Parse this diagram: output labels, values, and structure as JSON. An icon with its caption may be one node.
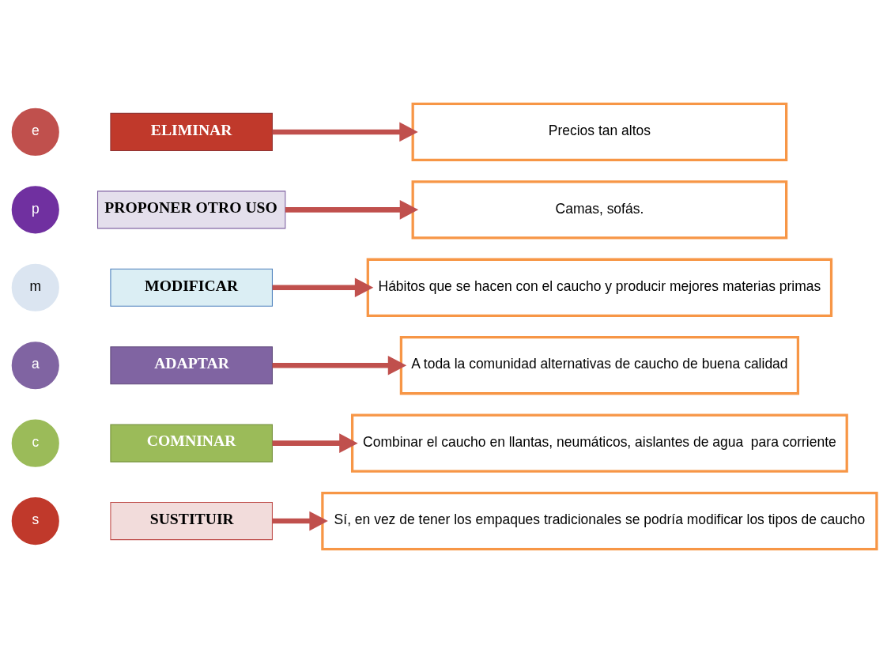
{
  "diagram": {
    "nodes": [
      {
        "text": [
          "s"
        ]
      },
      {
        "text": [
          "SUSTITUIR"
        ]
      },
      {
        "text": [
          "Sí, en vez de tener los empaques tradicionales se podría modificar los tipos de caucho"
        ]
      },
      {
        "text": [
          "c"
        ]
      },
      {
        "text": [
          "COMNINAR"
        ]
      },
      {
        "text": [
          "Combinar el caucho en llantas, neumáticos, aislantes de agua  para corriente"
        ]
      },
      {
        "text": [
          "a"
        ]
      },
      {
        "text": [
          "ADAPTAR"
        ]
      },
      {
        "text": [
          "A toda la comunidad alternativas de caucho de buena calidad"
        ]
      },
      {
        "text": [
          "m"
        ]
      },
      {
        "text": [
          "MODIFICAR"
        ]
      },
      {
        "text": [
          "Hábitos que se hacen con el caucho y producir mejores materias primas"
        ]
      },
      {
        "text": [
          "p"
        ]
      },
      {
        "text": [
          "PROPONER OTRO USO"
        ]
      },
      {
        "text": [
          "Camas, sofás."
        ]
      },
      {
        "text": [
          "e"
        ]
      },
      {
        "text": [
          "ELIMINAR"
        ]
      },
      {
        "text": [
          "Precios tan altos"
        ]
      }
    ],
    "edges": [
      {
        "from": 1,
        "to": 2,
        "arrow": "to"
      },
      {
        "from": 4,
        "to": 5,
        "arrow": "to"
      },
      {
        "from": 7,
        "to": 8,
        "arrow": "to"
      },
      {
        "from": 10,
        "to": 11,
        "arrow": "to"
      },
      {
        "from": 13,
        "to": 14,
        "arrow": "to"
      },
      {
        "from": 16,
        "to": 17,
        "arrow": "to"
      }
    ]
  }
}
